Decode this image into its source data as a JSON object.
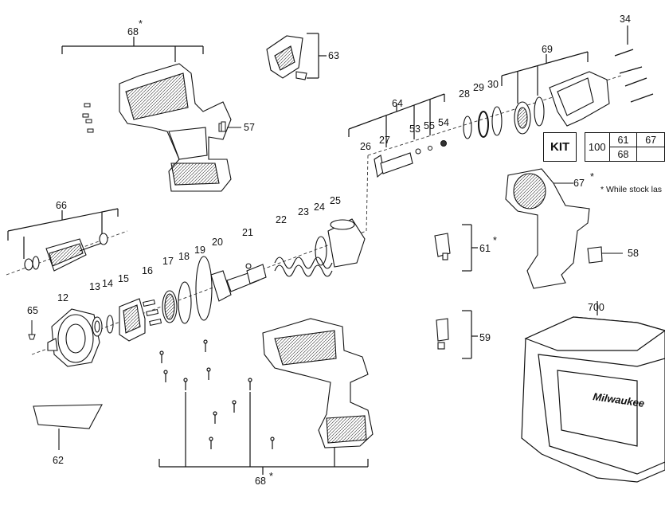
{
  "callouts": {
    "c12": "12",
    "c13": "13",
    "c14": "14",
    "c15": "15",
    "c16": "16",
    "c17": "17",
    "c18": "18",
    "c19": "19",
    "c20": "20",
    "c21": "21",
    "c22": "22",
    "c23": "23",
    "c24": "24",
    "c25": "25",
    "c26": "26",
    "c27": "27",
    "c28": "28",
    "c29": "29",
    "c30": "30",
    "c34": "34",
    "c53": "53",
    "c54": "54",
    "c55": "55",
    "c57": "57",
    "c58": "58",
    "c59": "59",
    "c61": "61",
    "c62": "62",
    "c63": "63",
    "c64": "64",
    "c65": "65",
    "c66": "66",
    "c67": "67",
    "c68a": "68",
    "c68b": "68",
    "c69": "69",
    "c700": "700"
  },
  "asterisk": "*",
  "kit": {
    "label": "KIT",
    "number": "100",
    "parts": [
      "61",
      "67",
      "68",
      ""
    ]
  },
  "footnote": "While stock las",
  "brand_on_case": "Milwaukee"
}
